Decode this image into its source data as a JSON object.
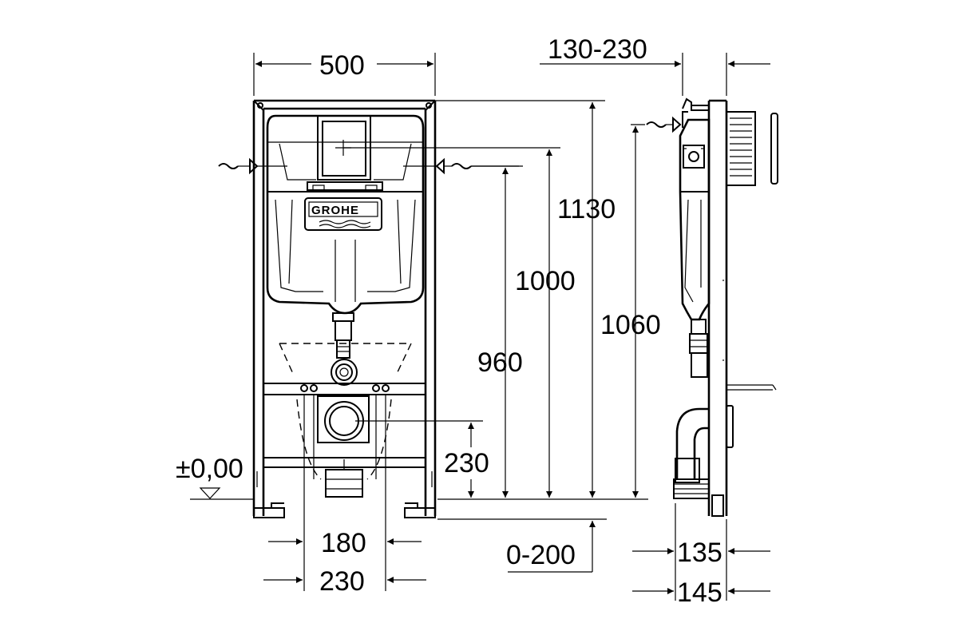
{
  "drawing": {
    "brand_logo": "GROHE",
    "dimensions": {
      "width_frame": "500",
      "wall_distance": "130-230",
      "height_1130": "1130",
      "height_1000": "1000",
      "height_1060": "1060",
      "height_960": "960",
      "height_230": "230",
      "floor_level": "±0,00",
      "bolt_spacing_180": "180",
      "bolt_spacing_230": "230",
      "floor_adjust": "0-200",
      "depth_135": "135",
      "depth_145": "145"
    },
    "line_color": "#000000",
    "background_color": "#ffffff"
  }
}
